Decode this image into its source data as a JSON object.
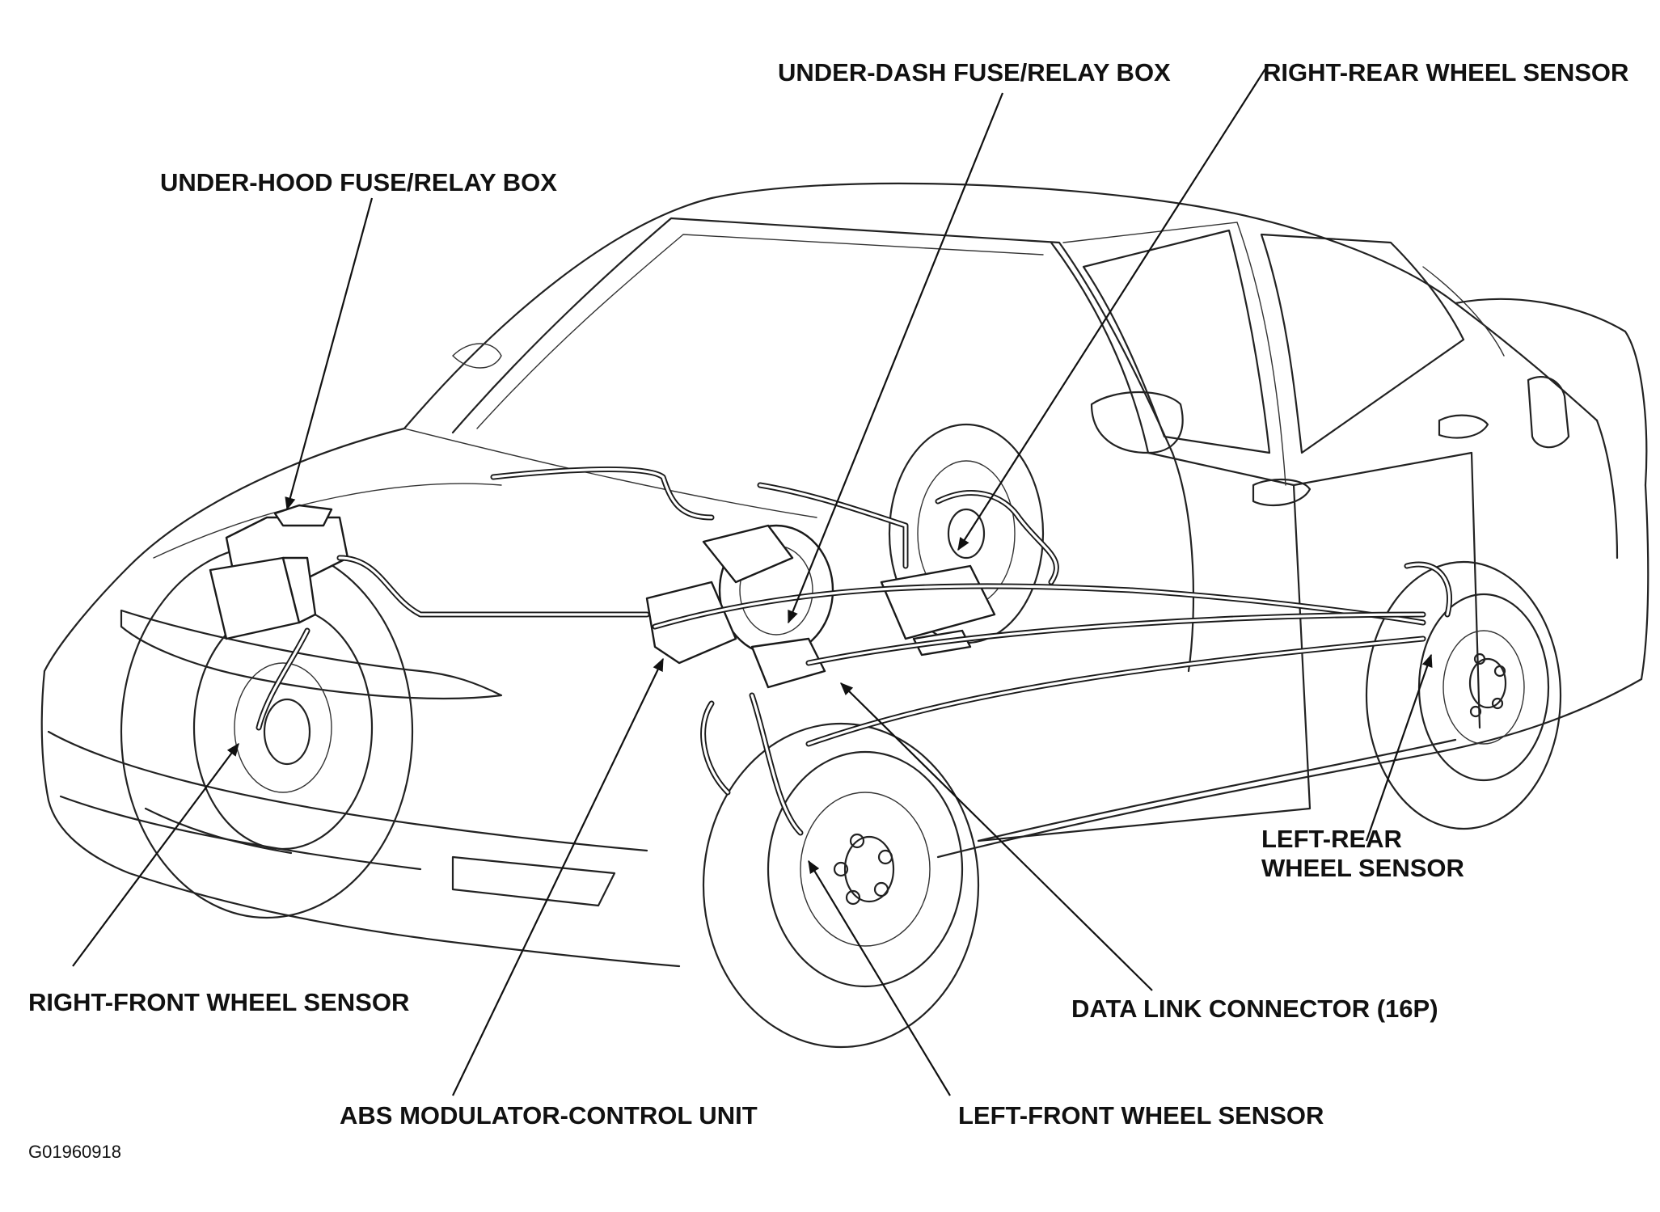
{
  "labels": {
    "under_hood_box": "UNDER-HOOD FUSE/RELAY BOX",
    "under_dash_box": "UNDER-DASH FUSE/RELAY BOX",
    "right_rear_sensor": "RIGHT-REAR WHEEL SENSOR",
    "left_rear_sensor_line1": "LEFT-REAR",
    "left_rear_sensor_line2": "WHEEL SENSOR",
    "right_front_sensor": "RIGHT-FRONT WHEEL SENSOR",
    "data_link_connector": "DATA LINK CONNECTOR (16P)",
    "abs_modulator": "ABS MODULATOR-CONTROL UNIT",
    "left_front_sensor": "LEFT-FRONT WHEEL SENSOR"
  },
  "figure_code": "G01960918"
}
